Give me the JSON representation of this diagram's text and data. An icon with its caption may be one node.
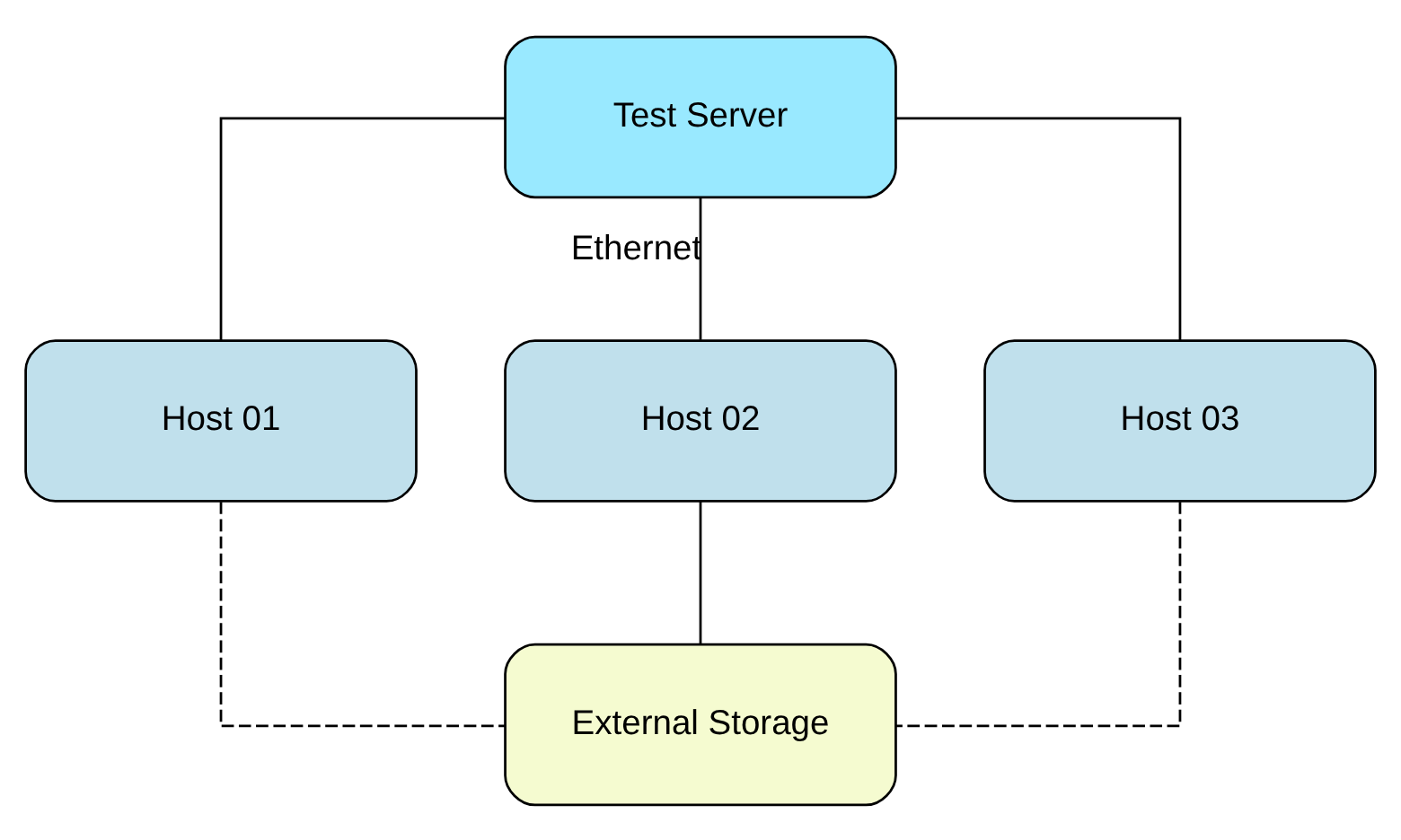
{
  "diagram": {
    "nodes": [
      {
        "text": [
          "Test Server"
        ]
      },
      {
        "text": [
          "Host 01"
        ]
      },
      {
        "text": [
          "Host 02"
        ]
      },
      {
        "text": [
          "Host 03"
        ]
      },
      {
        "text": [
          "External Storage"
        ]
      }
    ],
    "edges": [
      {
        "from": 0,
        "to": 1,
        "arrow": "none"
      },
      {
        "from": 0,
        "to": 2,
        "arrow": "none",
        "label": "Ethernet"
      },
      {
        "from": 0,
        "to": 3,
        "arrow": "none"
      },
      {
        "from": 1,
        "to": 4,
        "arrow": "none",
        "style": "dashed"
      },
      {
        "from": 2,
        "to": 4,
        "arrow": "none"
      },
      {
        "from": 3,
        "to": 4,
        "arrow": "none",
        "style": "dashed"
      }
    ]
  }
}
